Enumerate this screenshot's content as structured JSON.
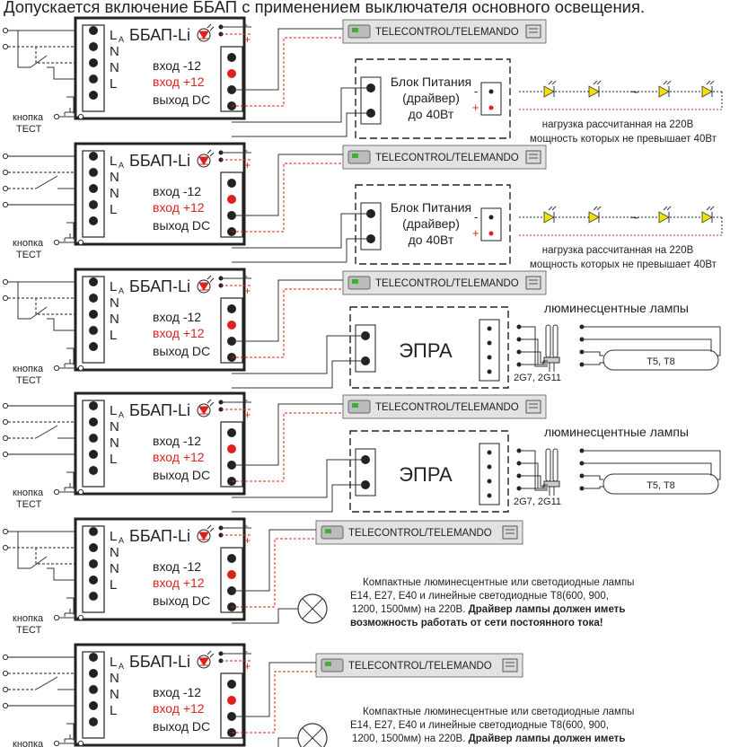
{
  "header": "Допускается включение ББАП с применением выключателя основного освещения.",
  "unit": {
    "name": "ББАП-Li",
    "terminal_la": "L",
    "terminal_la_sub": "A",
    "terminal_n": "N",
    "terminal_l": "L",
    "in_minus": "вход -12",
    "in_plus": "вход +12",
    "out_dc": "выход DC",
    "minus": "-",
    "plus": "+"
  },
  "test_button": {
    "line1": "кнопка",
    "line2": "ТЕСТ"
  },
  "telecontrol_label": "TELECONTROL/TELEMANDO",
  "psu": {
    "line1": "Блок Питания",
    "line2": "(драйвер)",
    "line3": "до 40Вт"
  },
  "psu_minus": "-",
  "psu_plus": "+",
  "led_tilde": "~",
  "led_load": {
    "line1": "нагрузка рассчитанная на 220В",
    "line2": "мощность которых не превышает 40Вт"
  },
  "epra": "ЭПРА",
  "fluor_title": "люминесцентные лампы",
  "socket_label": "2G7, 2G11",
  "tube_label": "T5, T8",
  "compact_note": {
    "line1": "Компактные люминесцентные или светодиодные лампы",
    "line2": "E14, E27, E40 и линейные светодиодные T8(600, 900,",
    "line3_a": "1200, 1500мм) на 220В. ",
    "line3_b": "Драйвер лампы должен иметь",
    "line4": "возможность работать от сети постоянного тока!"
  },
  "colors": {
    "red": "#e0201a",
    "led": "#f0e000",
    "line": "#333333"
  }
}
